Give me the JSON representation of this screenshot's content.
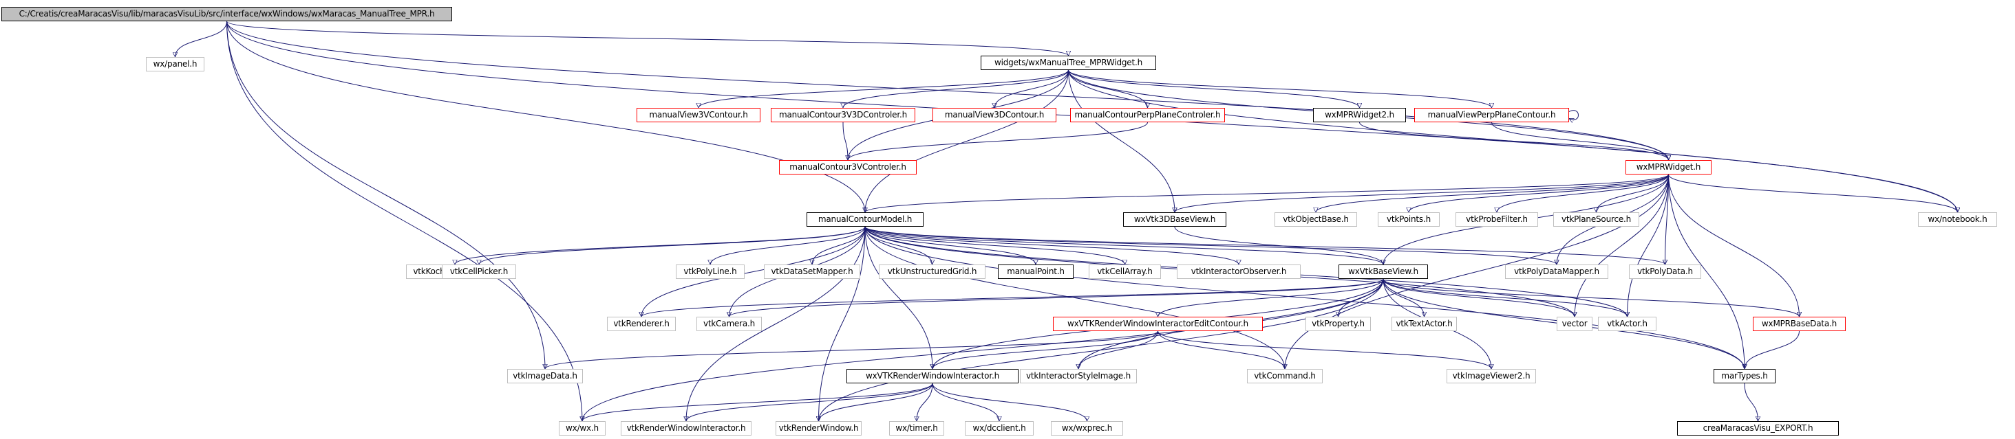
{
  "diagram": {
    "nodes": [
      {
        "id": "root",
        "label": "C:/Creatis/creaMaracasVisu/lib/maracasVisuLib/src/interface/wxWindows/wxMaracas_ManualTree_MPR.h",
        "style": "root"
      },
      {
        "id": "wxpanel",
        "label": "wx/panel.h",
        "style": "plain"
      },
      {
        "id": "mprwidget_tree",
        "label": "widgets/wxManualTree_MPRWidget.h",
        "style": "dark"
      },
      {
        "id": "mv3vcontour",
        "label": "manualView3VContour.h",
        "style": "red"
      },
      {
        "id": "mc3v3dctl",
        "label": "manualContour3V3DControler.h",
        "style": "red"
      },
      {
        "id": "mv3dcontour",
        "label": "manualView3DContour.h",
        "style": "red"
      },
      {
        "id": "mcperpctl",
        "label": "manualContourPerpPlaneControler.h",
        "style": "red"
      },
      {
        "id": "wxmpr2",
        "label": "wxMPRWidget2.h",
        "style": "dark"
      },
      {
        "id": "mvperp",
        "label": "manualViewPerpPlaneContour.h",
        "style": "red"
      },
      {
        "id": "mc3vctl",
        "label": "manualContour3VControler.h",
        "style": "red"
      },
      {
        "id": "wxmpr",
        "label": "wxMPRWidget.h",
        "style": "red"
      },
      {
        "id": "mcmodel",
        "label": "manualContourModel.h",
        "style": "dark"
      },
      {
        "id": "wxvtk3d",
        "label": "wxVtk3DBaseView.h",
        "style": "dark"
      },
      {
        "id": "vtkobjbase",
        "label": "vtkObjectBase.h",
        "style": "plain"
      },
      {
        "id": "vtkpoints",
        "label": "vtkPoints.h",
        "style": "plain"
      },
      {
        "id": "vtkprobe",
        "label": "vtkProbeFilter.h",
        "style": "plain"
      },
      {
        "id": "vtkplanesrc",
        "label": "vtkPlaneSource.h",
        "style": "plain"
      },
      {
        "id": "wxnotebook",
        "label": "wx/notebook.h",
        "style": "plain"
      },
      {
        "id": "vtkkochanek",
        "label": "vtkKochanekSpline.h",
        "style": "plain"
      },
      {
        "id": "vtkcellpicker",
        "label": "vtkCellPicker.h",
        "style": "plain"
      },
      {
        "id": "vtkpolyline",
        "label": "vtkPolyLine.h",
        "style": "plain"
      },
      {
        "id": "vtkdsmapper",
        "label": "vtkDataSetMapper.h",
        "style": "plain"
      },
      {
        "id": "vtkugrid",
        "label": "vtkUnstructuredGrid.h",
        "style": "plain"
      },
      {
        "id": "manualpoint",
        "label": "manualPoint.h",
        "style": "dark"
      },
      {
        "id": "vtkcellarray",
        "label": "vtkCellArray.h",
        "style": "plain"
      },
      {
        "id": "vtkintobs",
        "label": "vtkInteractorObserver.h",
        "style": "plain"
      },
      {
        "id": "wxvtkbase",
        "label": "wxVtkBaseView.h",
        "style": "dark"
      },
      {
        "id": "vtkpdmapper",
        "label": "vtkPolyDataMapper.h",
        "style": "plain"
      },
      {
        "id": "vtkpolydata",
        "label": "vtkPolyData.h",
        "style": "plain"
      },
      {
        "id": "vtkrenderer",
        "label": "vtkRenderer.h",
        "style": "plain"
      },
      {
        "id": "vtkcamera",
        "label": "vtkCamera.h",
        "style": "plain"
      },
      {
        "id": "wxvtkrwiedit",
        "label": "wxVTKRenderWindowInteractorEditContour.h",
        "style": "red"
      },
      {
        "id": "vtkproperty",
        "label": "vtkProperty.h",
        "style": "plain"
      },
      {
        "id": "vtktextactor",
        "label": "vtkTextActor.h",
        "style": "plain"
      },
      {
        "id": "vector",
        "label": "vector",
        "style": "plain"
      },
      {
        "id": "vtkactor",
        "label": "vtkActor.h",
        "style": "plain"
      },
      {
        "id": "wxmprbasedata",
        "label": "wxMPRBaseData.h",
        "style": "red"
      },
      {
        "id": "vtkimagedata",
        "label": "vtkImageData.h",
        "style": "plain"
      },
      {
        "id": "wxvtkrwi",
        "label": "wxVTKRenderWindowInteractor.h",
        "style": "dark"
      },
      {
        "id": "vtkisimage",
        "label": "vtkInteractorStyleImage.h",
        "style": "plain"
      },
      {
        "id": "vtkcommand",
        "label": "vtkCommand.h",
        "style": "plain"
      },
      {
        "id": "vtkimgviewer2",
        "label": "vtkImageViewer2.h",
        "style": "plain"
      },
      {
        "id": "martypes",
        "label": "marTypes.h",
        "style": "dark"
      },
      {
        "id": "wxwx",
        "label": "wx/wx.h",
        "style": "plain"
      },
      {
        "id": "vtkrwi",
        "label": "vtkRenderWindowInteractor.h",
        "style": "plain"
      },
      {
        "id": "vtkrenderwindow",
        "label": "vtkRenderWindow.h",
        "style": "plain"
      },
      {
        "id": "wxtimer",
        "label": "wx/timer.h",
        "style": "plain"
      },
      {
        "id": "wxdcclient",
        "label": "wx/dcclient.h",
        "style": "plain"
      },
      {
        "id": "wxwxprec",
        "label": "wx/wxprec.h",
        "style": "plain"
      },
      {
        "id": "creaexport",
        "label": "creaMaracasVisu_EXPORT.h",
        "style": "dark"
      }
    ],
    "edges": [
      [
        "root",
        "wxpanel"
      ],
      [
        "root",
        "mprwidget_tree"
      ],
      [
        "root",
        "wxmpr"
      ],
      [
        "root",
        "mcmodel"
      ],
      [
        "root",
        "vtkimagedata"
      ],
      [
        "root",
        "wxwx"
      ],
      [
        "root",
        "wxnotebook"
      ],
      [
        "mprwidget_tree",
        "mv3vcontour"
      ],
      [
        "mprwidget_tree",
        "mc3v3dctl"
      ],
      [
        "mprwidget_tree",
        "mv3dcontour"
      ],
      [
        "mprwidget_tree",
        "mcperpctl"
      ],
      [
        "mprwidget_tree",
        "wxmpr2"
      ],
      [
        "mprwidget_tree",
        "mvperp"
      ],
      [
        "mprwidget_tree",
        "mc3vctl"
      ],
      [
        "mprwidget_tree",
        "mcmodel"
      ],
      [
        "mprwidget_tree",
        "wxvtk3d"
      ],
      [
        "mprwidget_tree",
        "wxmpr"
      ],
      [
        "mprwidget_tree",
        "wxnotebook"
      ],
      [
        "mc3v3dctl",
        "mc3vctl"
      ],
      [
        "mcperpctl",
        "mc3vctl"
      ],
      [
        "wxmpr2",
        "wxmpr"
      ],
      [
        "mvperp",
        "wxmpr"
      ],
      [
        "mvperp",
        "mvperp"
      ],
      [
        "wxmpr",
        "mcmodel"
      ],
      [
        "wxmpr",
        "wxvtk3d"
      ],
      [
        "wxmpr",
        "vtkobjbase"
      ],
      [
        "wxmpr",
        "vtkpoints"
      ],
      [
        "wxmpr",
        "vtkprobe"
      ],
      [
        "wxmpr",
        "vtkplanesrc"
      ],
      [
        "wxmpr",
        "wxnotebook"
      ],
      [
        "wxmpr",
        "wxvtkbase"
      ],
      [
        "wxmpr",
        "vtkpdmapper"
      ],
      [
        "wxmpr",
        "vtkpolydata"
      ],
      [
        "wxmpr",
        "vector"
      ],
      [
        "wxmpr",
        "vtkactor"
      ],
      [
        "wxmpr",
        "wxmprbasedata"
      ],
      [
        "wxmpr",
        "martypes"
      ],
      [
        "wxmpr",
        "vtkcommand"
      ],
      [
        "wxvtk3d",
        "wxvtkbase"
      ],
      [
        "mcmodel",
        "vtkkochanek"
      ],
      [
        "mcmodel",
        "vtkcellpicker"
      ],
      [
        "mcmodel",
        "vtkpolyline"
      ],
      [
        "mcmodel",
        "vtkdsmapper"
      ],
      [
        "mcmodel",
        "vtkugrid"
      ],
      [
        "mcmodel",
        "manualpoint"
      ],
      [
        "mcmodel",
        "vtkcellarray"
      ],
      [
        "mcmodel",
        "vtkintobs"
      ],
      [
        "mcmodel",
        "wxvtkbase"
      ],
      [
        "mcmodel",
        "vtkpdmapper"
      ],
      [
        "mcmodel",
        "vtkpolydata"
      ],
      [
        "mcmodel",
        "vtkrenderer"
      ],
      [
        "mcmodel",
        "vtkcamera"
      ],
      [
        "mcmodel",
        "vtkrwi"
      ],
      [
        "mcmodel",
        "vtkrenderwindow"
      ],
      [
        "mcmodel",
        "wxvtkrwi"
      ],
      [
        "mcmodel",
        "vtkcommand"
      ],
      [
        "mcmodel",
        "vector"
      ],
      [
        "mcmodel",
        "vtkactor"
      ],
      [
        "mcmodel",
        "martypes"
      ],
      [
        "wxvtkbase",
        "vtkrenderer"
      ],
      [
        "wxvtkbase",
        "vtkcamera"
      ],
      [
        "wxvtkbase",
        "wxvtkrwiedit"
      ],
      [
        "wxvtkbase",
        "vtkproperty"
      ],
      [
        "wxvtkbase",
        "vtktextactor"
      ],
      [
        "wxvtkbase",
        "vector"
      ],
      [
        "wxvtkbase",
        "vtkactor"
      ],
      [
        "wxvtkbase",
        "wxmprbasedata"
      ],
      [
        "wxvtkbase",
        "wxvtkrwi"
      ],
      [
        "wxvtkbase",
        "vtkisimage"
      ],
      [
        "wxvtkbase",
        "vtkimgviewer2"
      ],
      [
        "wxvtkbase",
        "martypes"
      ],
      [
        "wxvtkbase",
        "wxwx"
      ],
      [
        "wxvtkbase",
        "vtkrenderwindow"
      ],
      [
        "wxvtkrwiedit",
        "wxvtkrwi"
      ],
      [
        "wxvtkrwiedit",
        "vtkisimage"
      ],
      [
        "wxvtkrwiedit",
        "vtkcommand"
      ],
      [
        "wxvtkrwiedit",
        "vtkimgviewer2"
      ],
      [
        "wxvtkrwiedit",
        "vtkimagedata"
      ],
      [
        "wxmprbasedata",
        "martypes"
      ],
      [
        "martypes",
        "creaexport"
      ],
      [
        "wxvtkrwi",
        "wxwx"
      ],
      [
        "wxvtkrwi",
        "vtkrwi"
      ],
      [
        "wxvtkrwi",
        "vtkrenderwindow"
      ],
      [
        "wxvtkrwi",
        "wxtimer"
      ],
      [
        "wxvtkrwi",
        "wxdcclient"
      ],
      [
        "wxvtkrwi",
        "wxwxprec"
      ]
    ]
  }
}
